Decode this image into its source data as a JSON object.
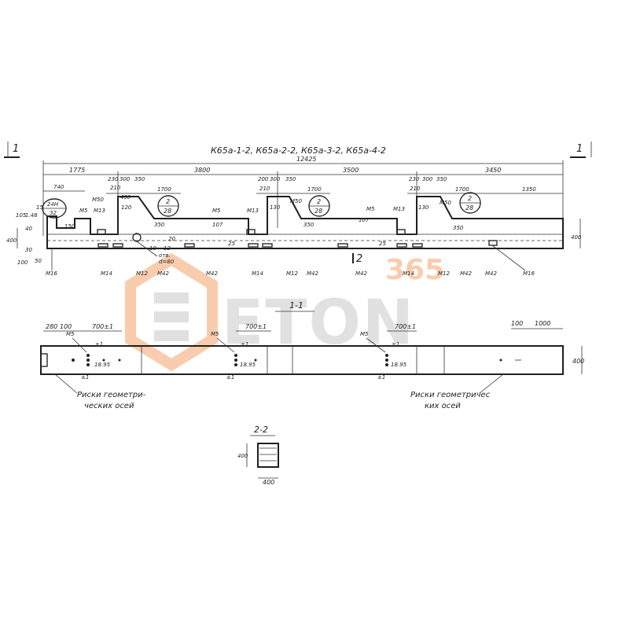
{
  "title": "К65а-1-2, К65а-2-2, К65а-3-2, К65а-4-2",
  "section_marks": {
    "left": "1",
    "right": "1",
    "cut22": "2"
  },
  "elevation": {
    "overall": "12425",
    "spans": [
      "1775",
      "3800",
      "3500",
      "3450"
    ],
    "top_dims": {
      "d740": "740",
      "d148": "1.48",
      "d15": "15",
      "d230a": "230",
      "d300a": "300",
      "d350a": "350",
      "d210a": "210",
      "d480": "480",
      "d1700a": "1700",
      "d200b": "200",
      "d300b": "300",
      "d350b": "350",
      "d210b": "210",
      "d1700b": "1700",
      "d230c": "230",
      "d300c": "300",
      "d350c": "350",
      "d210c": "210",
      "d1700c": "1700",
      "d1350": "1350",
      "d120a": "120",
      "d130a": "130",
      "d130b": "130",
      "d150": "150"
    },
    "side_dims": {
      "h400l": "400",
      "h400r": "400",
      "h105": "105",
      "h100": "100",
      "h40": "40",
      "h30": "30",
      "h50": "50",
      "h107a": "107",
      "h107b": "107",
      "h350a": "350",
      "h350b": "350",
      "h350c": "350",
      "h20": "20",
      "h25a": "25",
      "h25b": "25",
      "h10": "10",
      "h12": "12"
    },
    "bubbles": [
      {
        "top": "24Н",
        "bottom": "32"
      },
      {
        "top": "2",
        "bottom": "28"
      },
      {
        "top": "2",
        "bottom": "28"
      },
      {
        "top": "2",
        "bottom": "28"
      }
    ],
    "labels": {
      "m50a": "М50",
      "m5a": "М5",
      "m13a": "М13",
      "m5b": "М5",
      "m13b": "М13",
      "m50b": "М50",
      "m5c": "М5",
      "m13c": "М13",
      "m50c": "М50",
      "m16a": "М16",
      "m14a": "М14",
      "m12a": "М12",
      "m42a": "М42",
      "m42b": "М42",
      "m14b": "М14",
      "m12b": "М12",
      "m42c": "М42",
      "m42d": "М42",
      "m14c": "М14",
      "m12c": "М12",
      "m42e": "М42",
      "m42f": "М42",
      "m16b": "М16",
      "hole1": "отв.",
      "hole2": "d=80"
    }
  },
  "plan": {
    "title": "1-1",
    "dims": {
      "d280": "280",
      "d100a": "100",
      "d700a": "700±1",
      "d700b": "700±1",
      "d700c": "700±1",
      "d100b": "100",
      "d1000": "1000",
      "h400": "400"
    },
    "labels": {
      "m5a": "М5",
      "m5b": "М5",
      "m5c": "М5",
      "s1": "±1",
      "s2": "±1",
      "s3": "±1",
      "s1b": "±1",
      "s2b": "±1",
      "s3b": "±1",
      "v1": "18.95",
      "v2": "18.95",
      "v3": "18.95"
    },
    "notes": {
      "left_line1": "Риски геометри-",
      "left_line2": "ческих осей",
      "right_line1": "Риски геометричес",
      "right_line2": "ких осей"
    }
  },
  "section22": {
    "title": "2-2",
    "h": "400",
    "w": "400"
  },
  "watermark": {
    "text": "ETON",
    "num": "365"
  },
  "colors": {
    "ink": "#222222",
    "watermark_orange": "#f4a36b",
    "watermark_gray": "#c8c8c8"
  }
}
